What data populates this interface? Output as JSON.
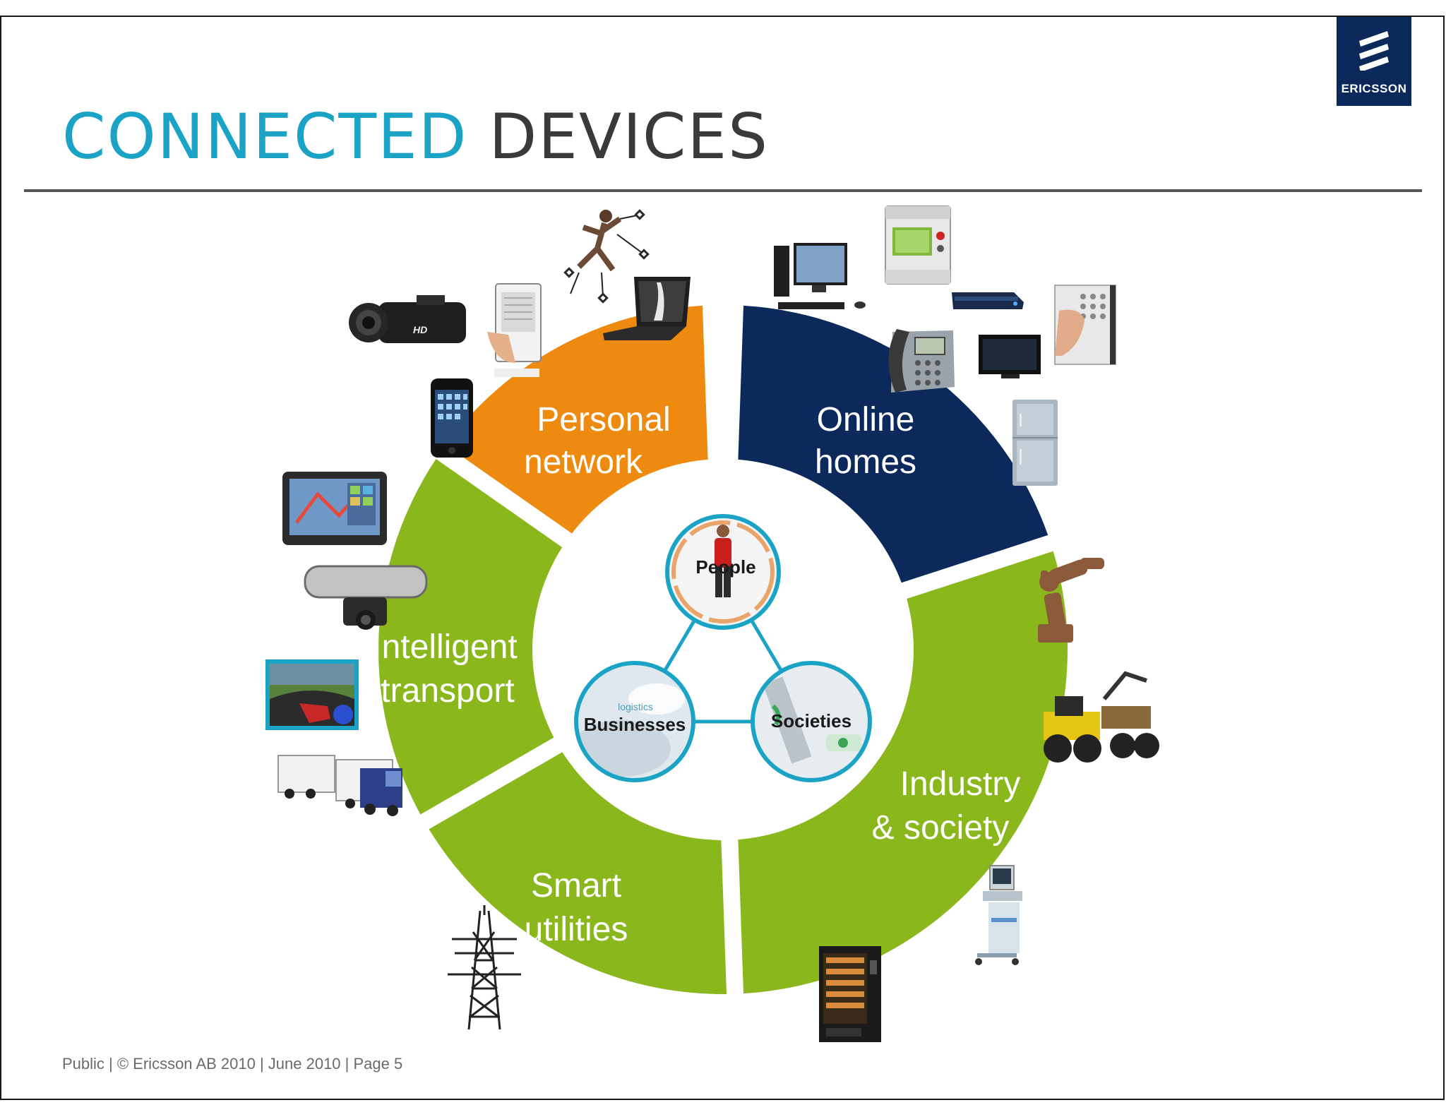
{
  "slide": {
    "title_part1": "CONNECTED",
    "title_part2": "DEVICES",
    "logo_text": "ERICSSON",
    "footer": "Public  |  © Ericsson AB 2010  |  June 2010  |  Page 5"
  },
  "segments": [
    {
      "line1": "Personal",
      "line2": "network",
      "color": "#ee8a0f"
    },
    {
      "line1": "Online",
      "line2": "homes",
      "color": "#0b2a5b"
    },
    {
      "line1": "Industry",
      "line2": "& society",
      "color": "#8ab71c"
    },
    {
      "line1": "Smart",
      "line2": "utilities",
      "color": "#8ab71c"
    },
    {
      "line1": "Intelligent",
      "line2": "transport",
      "color": "#8ab71c"
    }
  ],
  "center_nodes": [
    {
      "label": "People"
    },
    {
      "label": "Businesses"
    },
    {
      "label": "Societies"
    }
  ],
  "colors": {
    "accent_cyan": "#1ba3c6",
    "title_dark": "#3a3a3a",
    "ericsson_blue": "#0b2a5b"
  },
  "device_icons": [
    "runner-icon",
    "e-reader-icon",
    "laptop-icon",
    "camcorder-icon",
    "smartphone-icon",
    "desktop-pc-icon",
    "smart-meter-icon",
    "set-top-box-icon",
    "desk-phone-icon",
    "tv-icon",
    "keypad-icon",
    "fridge-icon",
    "robot-arm-icon",
    "forestry-machine-icon",
    "medical-device-icon",
    "vending-machine-icon",
    "power-pylon-icon",
    "truck-icon",
    "car-dashboard-icon",
    "rearview-camera-icon",
    "gps-navigator-icon"
  ]
}
